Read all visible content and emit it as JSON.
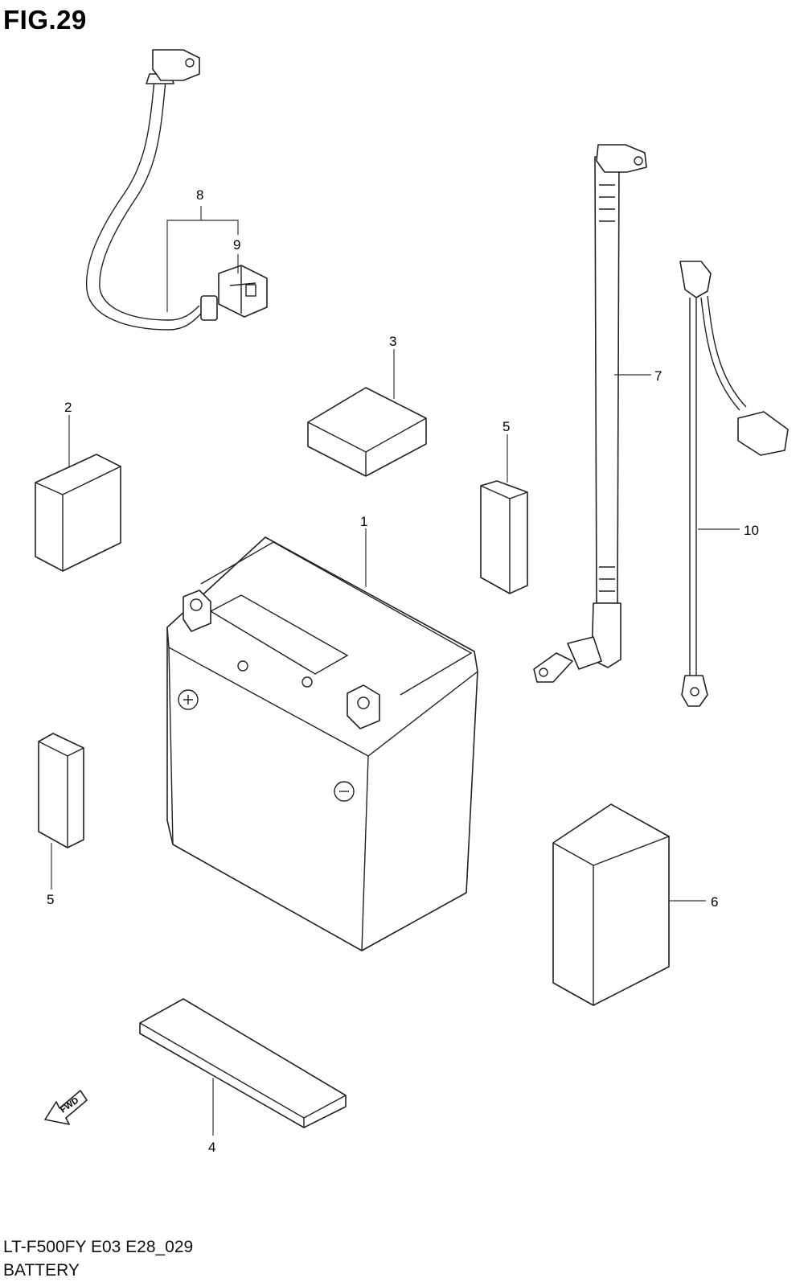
{
  "figure": {
    "title": "FIG.29",
    "model_code": "LT-F500FY E03 E28_029",
    "section_name": "BATTERY"
  },
  "callouts": {
    "c1": "1",
    "c2": "2",
    "c3": "3",
    "c4": "4",
    "c5a": "5",
    "c5b": "5",
    "c6": "6",
    "c7": "7",
    "c8": "8",
    "c9": "9",
    "c10": "10"
  },
  "fwd_arrow": {
    "label": "FWD",
    "icon": "fwd-arrow-icon"
  },
  "colors": {
    "line": "#222222",
    "background": "#ffffff"
  }
}
